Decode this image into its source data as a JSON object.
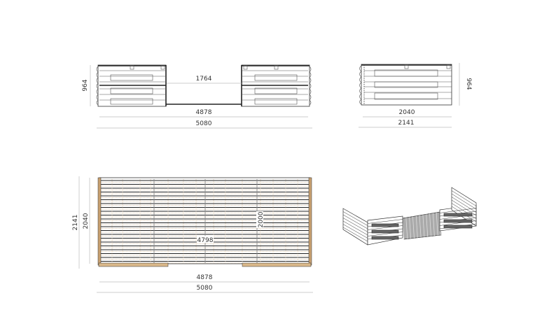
{
  "views": {
    "front": {
      "height": "964",
      "gap": "1764",
      "inner_width": "4878",
      "outer_width": "5080"
    },
    "side": {
      "height": "964",
      "inner_width": "2040",
      "outer_width": "2141"
    },
    "plan": {
      "outer_depth": "2141",
      "inner_depth": "2040",
      "floor_width": "4798",
      "floor_depth": "2000",
      "inner_width": "4878",
      "outer_width": "5080"
    },
    "isometric": {}
  },
  "colors": {
    "line": "#333333",
    "dimension": "#bbbbbb",
    "timber": "#c8a070"
  }
}
